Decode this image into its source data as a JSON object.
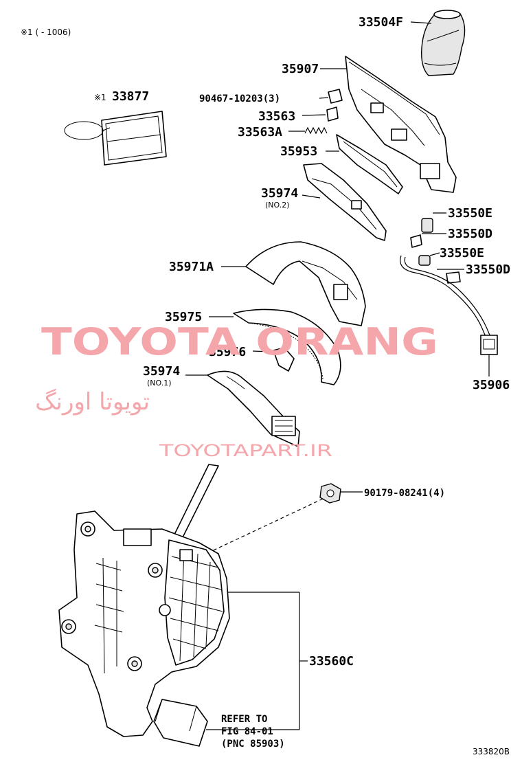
{
  "note": {
    "text": "※1 (      - 1006)"
  },
  "watermark": {
    "brand": "TOYOTA ORANG",
    "brand_fa": "تویوتا اورنگ",
    "site": "TOYOTAPART.IR",
    "color": "#f4a6ab"
  },
  "figure_id": "333820B",
  "labels": {
    "p33504F": "33504F",
    "p35907": "35907",
    "p90467": "90467-10203(3)",
    "p33877_mark": "※1",
    "p33877": "33877",
    "p33563": "33563",
    "p33563A": "33563A",
    "p35953": "35953",
    "p35974_no2": "35974",
    "p35974_no2_sub": "(NO.2)",
    "p33550E_1": "33550E",
    "p33550D_1": "33550D",
    "p33550E_2": "33550E",
    "p33550D_2": "33550D",
    "p35971A": "35971A",
    "p35975": "35975",
    "p35976": "35976",
    "p35974_no1": "35974",
    "p35974_no1_sub": "(NO.1)",
    "p35906": "35906",
    "p90179": "90179-08241(4)",
    "p33560C": "33560C"
  },
  "refer": {
    "line1": "REFER TO",
    "line2": "FIG 84-01",
    "line3": "(PNC 85903)"
  }
}
